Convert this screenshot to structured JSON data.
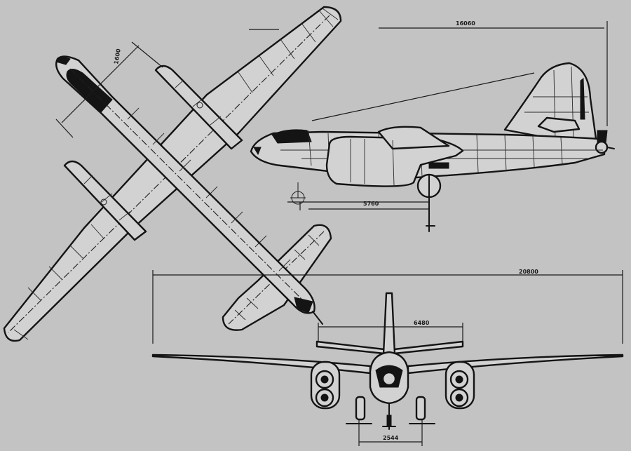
{
  "dimensions": {
    "length": "16060",
    "span": "20800",
    "tail_span": "6480",
    "wheelbase": "5760",
    "track": "2544",
    "nacelle_spacing": "1600"
  },
  "colors": {
    "paper": "#c3c3c3",
    "ink": "#141414"
  }
}
